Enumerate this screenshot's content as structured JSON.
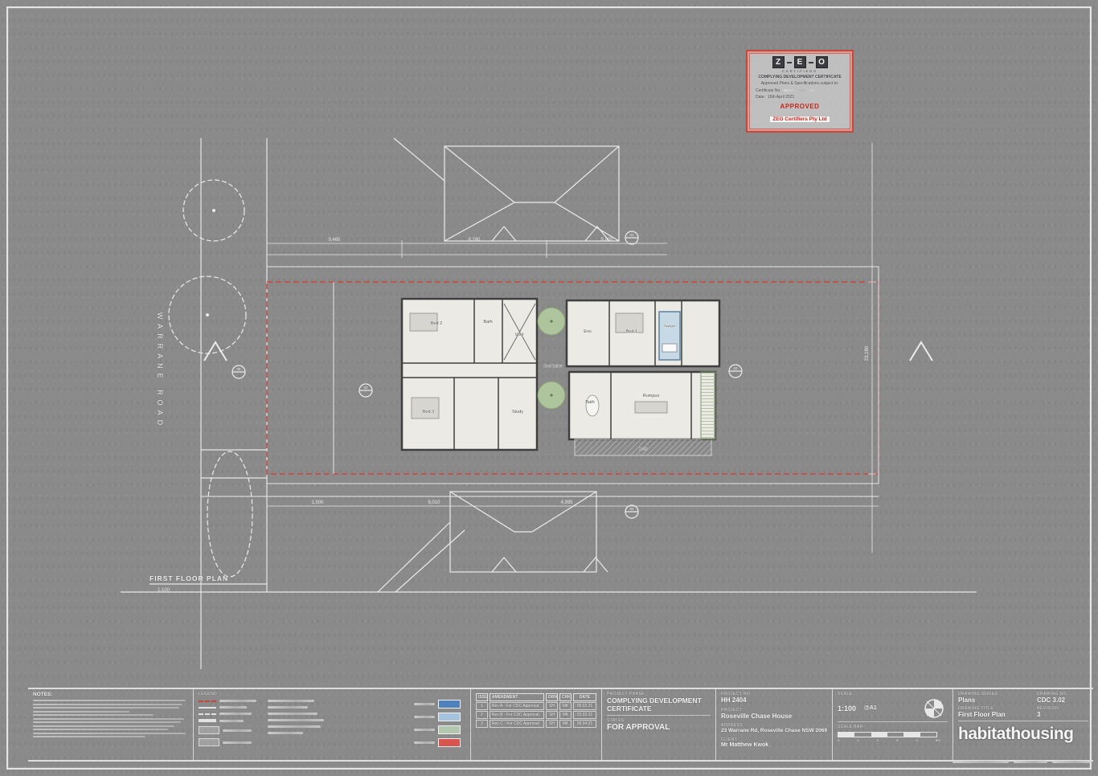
{
  "sheet": {
    "background": "#8a8a8a",
    "accent_red": "#cc4437"
  },
  "stamp": {
    "logo_letters": {
      "l1": "Z",
      "l2": "E",
      "l3": "O"
    },
    "logo_sub": "CERTIFIERS",
    "line1": "COMPLYING DEVELOPMENT CERTIFICATE",
    "line2": "Approved Plans & Specifications subject to:",
    "cert_label": "Certificate No:",
    "date_label": "Date:",
    "date_value": "16th April 2021",
    "approved": "APPROVED",
    "company": "ZEO Certifiers Pty Ltd"
  },
  "plan": {
    "street": "WARRANE ROAD",
    "title": "FIRST FLOOR PLAN",
    "scale": "1:100",
    "rooms": {
      "bed2": "Bed 2",
      "bath_up": "Bath",
      "void": "Void",
      "bed3": "Bed 3",
      "study": "Study",
      "ens": "Ens",
      "bed1": "Bed 1",
      "skylight": "Skylight",
      "bath_low": "Bath",
      "rumpus": "Rumpus",
      "roof_below": "Roof Below",
      "deck": "Deck"
    },
    "dims_top": {
      "d0": "9,465",
      "d1": "8,280",
      "d2": "5,905"
    },
    "dims_bottom": {
      "d0": "1,500",
      "d1": "9,010",
      "d2": "4,995"
    },
    "dim_right": "23,180",
    "elev": {
      "e1": "01",
      "e2": "02",
      "e3": "03",
      "e4": "04",
      "e5": "05"
    }
  },
  "titleblock": {
    "notes_title": "NOTES:",
    "legend_title": "LEGEND",
    "legend_swatches": {
      "s1": "#4f81bd",
      "s2": "#a6c3de",
      "s3": "#b2c7ad",
      "s4": "#d9534f"
    },
    "revisions": {
      "header": {
        "issue": "ISSUE",
        "amendment": "AMENDMENT",
        "drn": "DRN",
        "chk": "CHK",
        "date": "DATE"
      },
      "rows": [
        {
          "issue": "1",
          "amendment": "Rev A - For CDC Approval",
          "drn": "SH",
          "chk": "MK",
          "date": "05.03.21"
        },
        {
          "issue": "2",
          "amendment": "Rev B - For CDC Approval",
          "drn": "SH",
          "chk": "MK",
          "date": "25.03.21"
        },
        {
          "issue": "3",
          "amendment": "Rev C - For CDC Approval",
          "drn": "SH",
          "chk": "MK",
          "date": "09.04.21"
        }
      ]
    },
    "phase_label": "PROJECT PHASE",
    "phase": "COMPLYING DEVELOPMENT CERTIFICATE",
    "status_label": "STATUS",
    "status": "FOR APPROVAL",
    "project_no_label": "PROJECT NO",
    "project_no": "HH 2404",
    "project_label": "PROJECT",
    "project": "Roseville Chase House",
    "address_label": "ADDRESS",
    "address": "23 Warrane Rd, Roseville Chase NSW 2069",
    "client_label": "CLIENT",
    "client": "Mr Matthew Kwok",
    "scale_label": "SCALE",
    "scale": "1:100",
    "scale_at": "@A1",
    "scalebar_label": "SCALE BAR",
    "scalebar_nums": {
      "n0": "0",
      "n1": "1",
      "n2": "2",
      "n3": "3",
      "n4": "4",
      "n5": "5m"
    },
    "series_label": "DRAWING SERIES",
    "series": "Plans",
    "drawing_no_label": "DRAWING NO",
    "drawing_no": "CDC 3.02",
    "title_label": "DRAWING TITLE",
    "title": "First Floor Plan",
    "revision_label": "REVISION",
    "revision": "3",
    "logo": "habitathousing"
  }
}
